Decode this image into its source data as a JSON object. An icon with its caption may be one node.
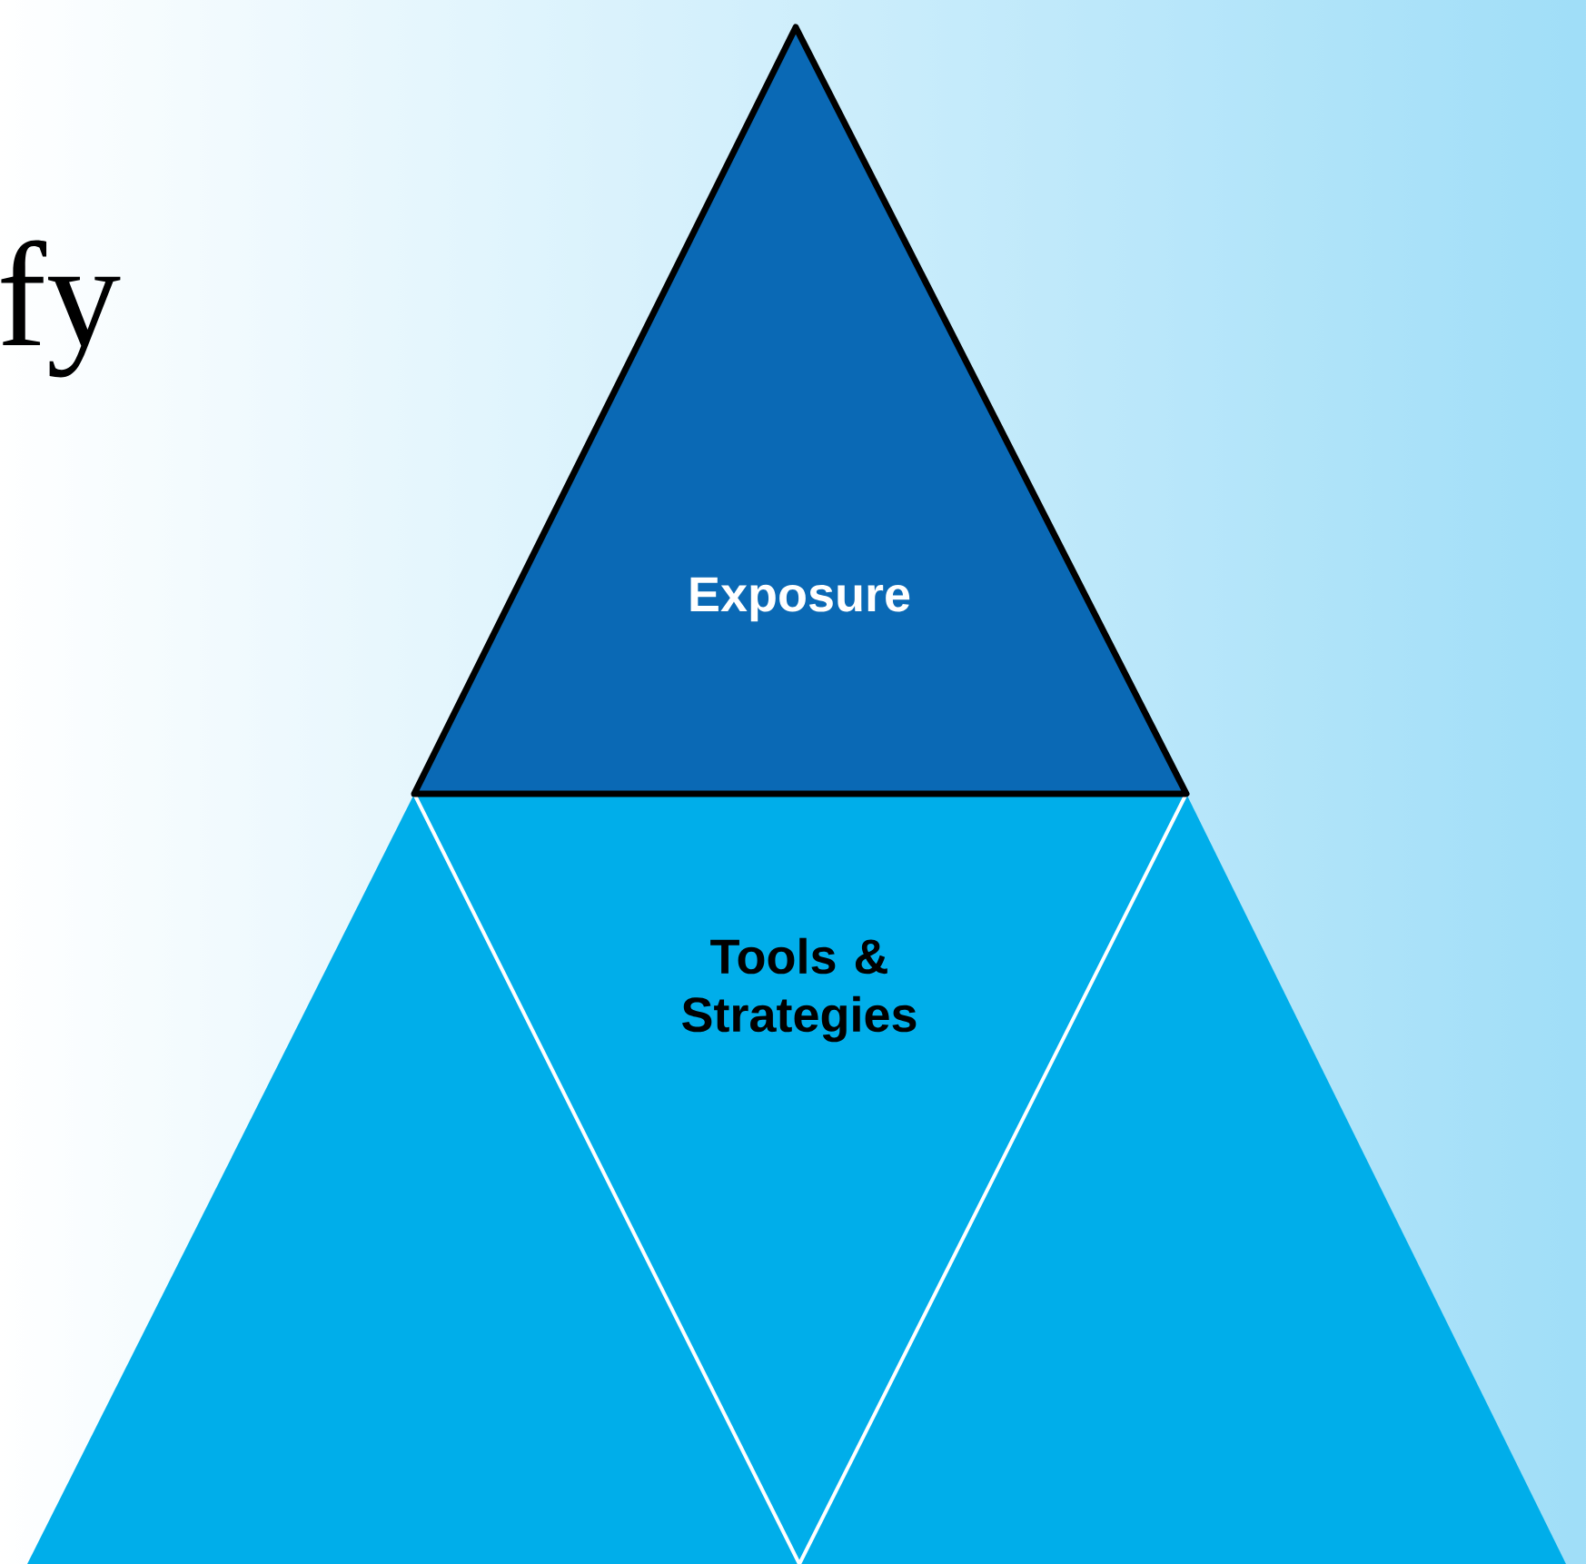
{
  "diagram": {
    "nodes": [
      {
        "text": [
          "Exposure"
        ]
      },
      {
        "text": [
          "Tools & Strategies"
        ]
      },
      {
        "text": [],
        "shape": "triangle"
      },
      {
        "text": [],
        "shape": "triangle"
      }
    ],
    "labels": [
      "fy"
    ]
  }
}
